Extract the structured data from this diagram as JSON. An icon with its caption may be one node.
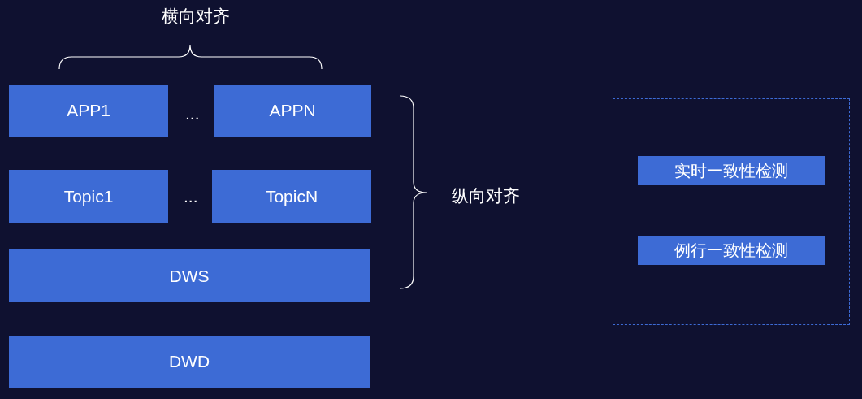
{
  "diagram": {
    "nodes": [
      {
        "text": [
          "APP1"
        ]
      },
      {
        "text": [
          "APPN"
        ]
      },
      {
        "text": [
          "Topic1"
        ]
      },
      {
        "text": [
          "TopicN"
        ]
      },
      {
        "text": [
          "DWS"
        ]
      },
      {
        "text": [
          "DWD"
        ]
      },
      {
        "text": [],
        "shape": "box"
      },
      {
        "text": [
          "实时一致性检测"
        ],
        "in": 6
      },
      {
        "text": [
          "例行一致性检测"
        ],
        "in": 6
      }
    ],
    "edges": [],
    "labels": [
      "横向对齐",
      "...",
      "...",
      "纵向对齐"
    ]
  }
}
